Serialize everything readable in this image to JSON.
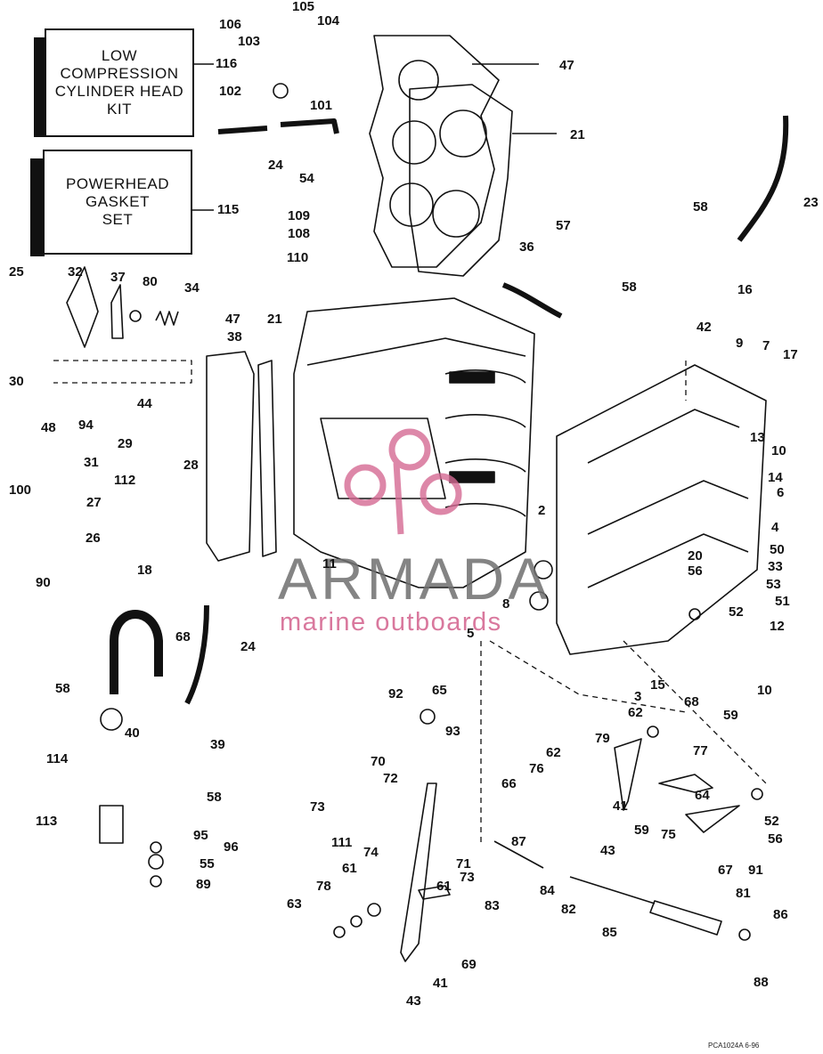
{
  "kits": [
    {
      "id": "low-compression-kit",
      "text": "LOW\nCOMPRESSION\nCYLINDER HEAD\nKIT",
      "number": "116"
    },
    {
      "id": "powerhead-gasket-kit",
      "text": "POWERHEAD\nGASKET\nSET",
      "number": "115"
    }
  ],
  "watermark": {
    "brand": "ARMADA",
    "tagline": "marine outboards",
    "logo_color": "#d56a93"
  },
  "callouts": [
    "106",
    "105",
    "104",
    "103",
    "47",
    "116",
    "102",
    "101",
    "21",
    "24",
    "54",
    "115",
    "23",
    "109",
    "108",
    "58",
    "57",
    "110",
    "36",
    "25",
    "32",
    "37",
    "80",
    "34",
    "16",
    "58",
    "38",
    "47",
    "21",
    "42",
    "9",
    "7",
    "17",
    "30",
    "44",
    "48",
    "94",
    "10",
    "31",
    "29",
    "13",
    "28",
    "14",
    "100",
    "112",
    "6",
    "27",
    "2",
    "4",
    "26",
    "50",
    "11",
    "33",
    "90",
    "18",
    "56",
    "53",
    "20",
    "51",
    "8",
    "5",
    "52",
    "12",
    "68",
    "24",
    "15",
    "10",
    "58",
    "3",
    "92",
    "65",
    "93",
    "62",
    "68",
    "59",
    "40",
    "39",
    "114",
    "79",
    "62",
    "77",
    "76",
    "70",
    "64",
    "72",
    "66",
    "41",
    "73",
    "59",
    "75",
    "111",
    "52",
    "113",
    "58",
    "74",
    "56",
    "95",
    "43",
    "71",
    "96",
    "61",
    "73",
    "55",
    "87",
    "67",
    "91",
    "89",
    "78",
    "61",
    "83",
    "84",
    "81",
    "63",
    "82",
    "85",
    "86",
    "69",
    "41",
    "88",
    "43"
  ],
  "stamp": "PCA1024A   6-96"
}
